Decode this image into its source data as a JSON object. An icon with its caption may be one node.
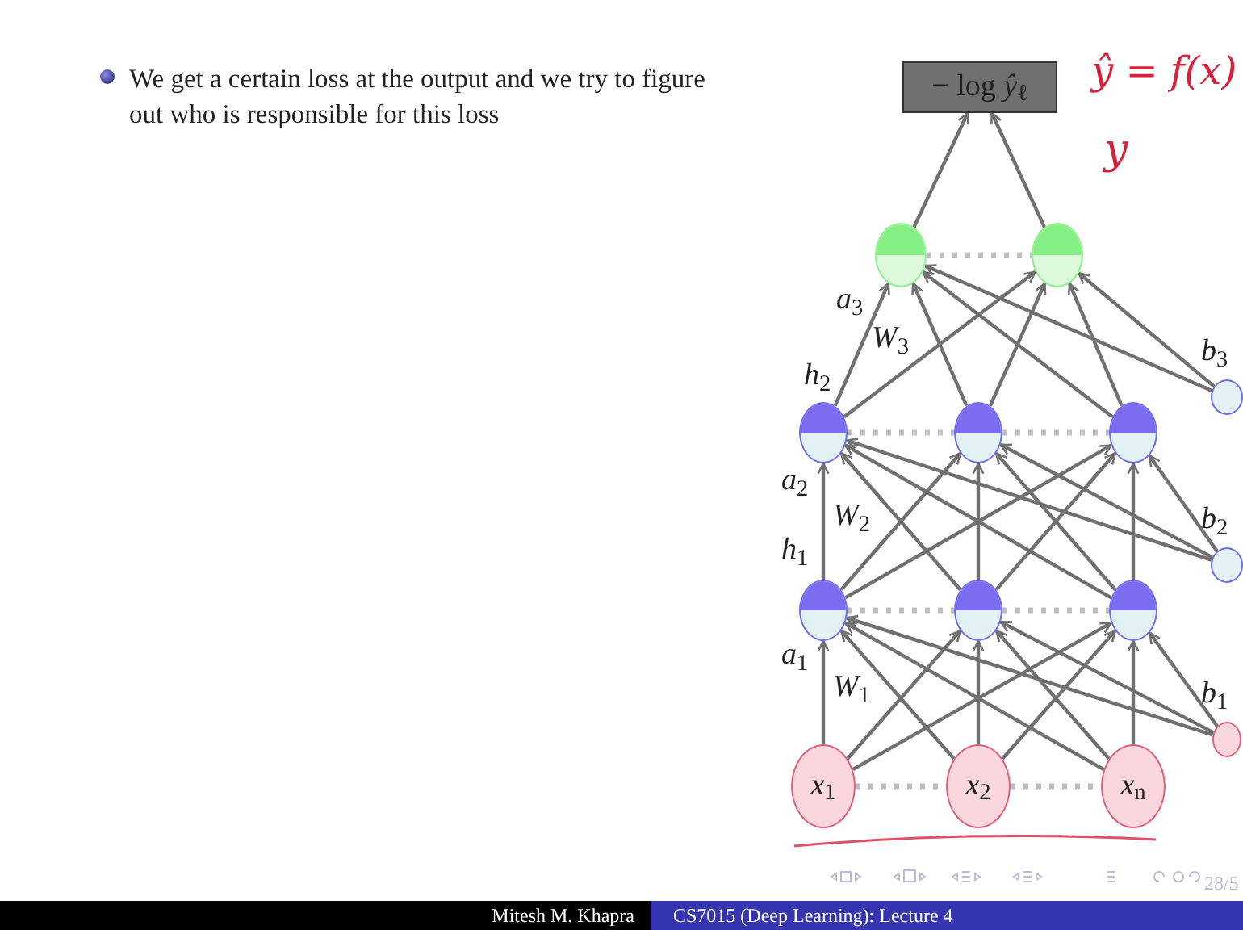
{
  "diagram": {
    "nodes": [
      {
        "text": [
          "− log *ŷ*$_{ℓ}$"
        ]
      },
      {
        "text": [],
        "shape": "circle"
      },
      {
        "text": [],
        "shape": "circle"
      },
      {
        "text": [],
        "shape": "circle"
      },
      {
        "text": [],
        "shape": "circle"
      },
      {
        "text": [],
        "shape": "circle"
      },
      {
        "text": [],
        "shape": "circle",
        "beside": [
          "*b*$_{3}$"
        ]
      },
      {
        "text": [],
        "shape": "circle"
      },
      {
        "text": [],
        "shape": "circle"
      },
      {
        "text": [],
        "shape": "circle"
      },
      {
        "text": [],
        "shape": "circle",
        "beside": [
          "*b*$_{2}$"
        ]
      },
      {
        "text": [
          "*x*$_{1}$"
        ]
      },
      {
        "text": [
          "*x*$_{2}$"
        ]
      },
      {
        "text": [
          "*x*$_{n}$"
        ]
      },
      {
        "text": [],
        "shape": "circle",
        "beside": [
          "*b*$_{1}$"
        ]
      }
    ],
    "edges": [
      {
        "from": 1,
        "to": 0,
        "arrow": "to"
      },
      {
        "from": 2,
        "to": 0,
        "arrow": "to"
      },
      {
        "from": 3,
        "to": 1,
        "arrow": "to"
      },
      {
        "from": 3,
        "to": 2,
        "arrow": "to"
      },
      {
        "from": 4,
        "to": 1,
        "arrow": "to"
      },
      {
        "from": 4,
        "to": 2,
        "arrow": "to"
      },
      {
        "from": 5,
        "to": 1,
        "arrow": "to"
      },
      {
        "from": 5,
        "to": 2,
        "arrow": "to"
      },
      {
        "from": 6,
        "to": 1,
        "arrow": "to"
      },
      {
        "from": 6,
        "to": 2,
        "arrow": "to"
      },
      {
        "from": 7,
        "to": 3,
        "arrow": "to"
      },
      {
        "from": 7,
        "to": 4,
        "arrow": "to"
      },
      {
        "from": 7,
        "to": 5,
        "arrow": "to"
      },
      {
        "from": 8,
        "to": 3,
        "arrow": "to"
      },
      {
        "from": 8,
        "to": 4,
        "arrow": "to"
      },
      {
        "from": 8,
        "to": 5,
        "arrow": "to"
      },
      {
        "from": 9,
        "to": 3,
        "arrow": "to"
      },
      {
        "from": 9,
        "to": 4,
        "arrow": "to"
      },
      {
        "from": 9,
        "to": 5,
        "arrow": "to"
      },
      {
        "from": 10,
        "to": 3,
        "arrow": "to"
      },
      {
        "from": 10,
        "to": 4,
        "arrow": "to"
      },
      {
        "from": 10,
        "to": 5,
        "arrow": "to"
      },
      {
        "from": 11,
        "to": 7,
        "arrow": "to"
      },
      {
        "from": 11,
        "to": 8,
        "arrow": "to"
      },
      {
        "from": 11,
        "to": 9,
        "arrow": "to"
      },
      {
        "from": 12,
        "to": 7,
        "arrow": "to"
      },
      {
        "from": 12,
        "to": 8,
        "arrow": "to"
      },
      {
        "from": 12,
        "to": 9,
        "arrow": "to"
      },
      {
        "from": 13,
        "to": 7,
        "arrow": "to"
      },
      {
        "from": 13,
        "to": 8,
        "arrow": "to"
      },
      {
        "from": 13,
        "to": 9,
        "arrow": "to"
      },
      {
        "from": 14,
        "to": 7,
        "arrow": "to"
      },
      {
        "from": 14,
        "to": 8,
        "arrow": "to"
      },
      {
        "from": 14,
        "to": 9,
        "arrow": "to"
      },
      {
        "from": 1,
        "to": 2,
        "arrow": "none",
        "style": "dashed",
        "color": "#bdbdbd"
      },
      {
        "from": 3,
        "to": 4,
        "arrow": "none",
        "style": "dashed",
        "color": "#bdbdbd"
      },
      {
        "from": 4,
        "to": 5,
        "arrow": "none",
        "style": "dashed",
        "color": "#bdbdbd"
      },
      {
        "from": 7,
        "to": 8,
        "arrow": "none",
        "style": "dashed",
        "color": "#bdbdbd"
      },
      {
        "from": 8,
        "to": 9,
        "arrow": "none",
        "style": "dashed",
        "color": "#bdbdbd"
      },
      {
        "from": 11,
        "to": 12,
        "arrow": "none",
        "style": "dashed",
        "color": "#bdbdbd"
      },
      {
        "from": 12,
        "to": 13,
        "arrow": "none",
        "style": "dashed",
        "color": "#bdbdbd"
      }
    ],
    "labels": [
      "We get a certain loss at the output and we try to figure out who is responsible for this loss",
      "ŷ = f(x)",
      "y",
      "*a*$_{3}$",
      "*W*$_{3}$",
      "*h*$_{2}$",
      "*a*$_{2}$",
      "*W*$_{2}$",
      "*h*$_{1}$",
      "*a*$_{1}$",
      "*W*$_{1}$",
      "Mitesh M. Khapra",
      "CS7015 (Deep Learning): Lecture 4",
      "28/5"
    ]
  }
}
